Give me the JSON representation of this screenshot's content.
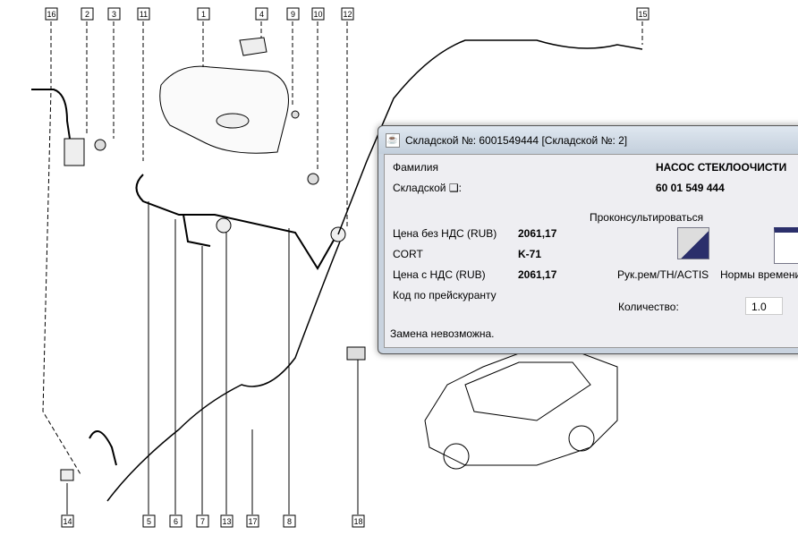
{
  "diagram": {
    "callouts_top": [
      "16",
      "2",
      "3",
      "11",
      "1",
      "4",
      "9",
      "10",
      "12",
      "15"
    ],
    "callouts_bottom": [
      "14",
      "5",
      "6",
      "7",
      "13",
      "17",
      "8",
      "18"
    ]
  },
  "dialog": {
    "title": "Складской №: 6001549444 [Складской №: 2]",
    "name_label": "Фамилия",
    "name_value": "НАСОС СТЕКЛООЧИСТИ",
    "part_label": "Складской ❑:",
    "part_value": "60 01 549 444",
    "consult_label": "Проконсультироваться",
    "price_net_label": "Цена без НДС (RUB)",
    "price_net_value": "2061,17",
    "cort_label": "CORT",
    "cort_value": "K-71",
    "price_vat_label": "Цена с НДС (RUB)",
    "price_vat_value": "2061,17",
    "pricelist_code_label": "Код по прейскуранту",
    "repair_manual_label": "Рук.рем/TH/ACTIS",
    "time_norms_label": "Нормы времени",
    "quantity_label": "Количество:",
    "quantity_value": "1.0",
    "status": "Замена невозможна."
  }
}
